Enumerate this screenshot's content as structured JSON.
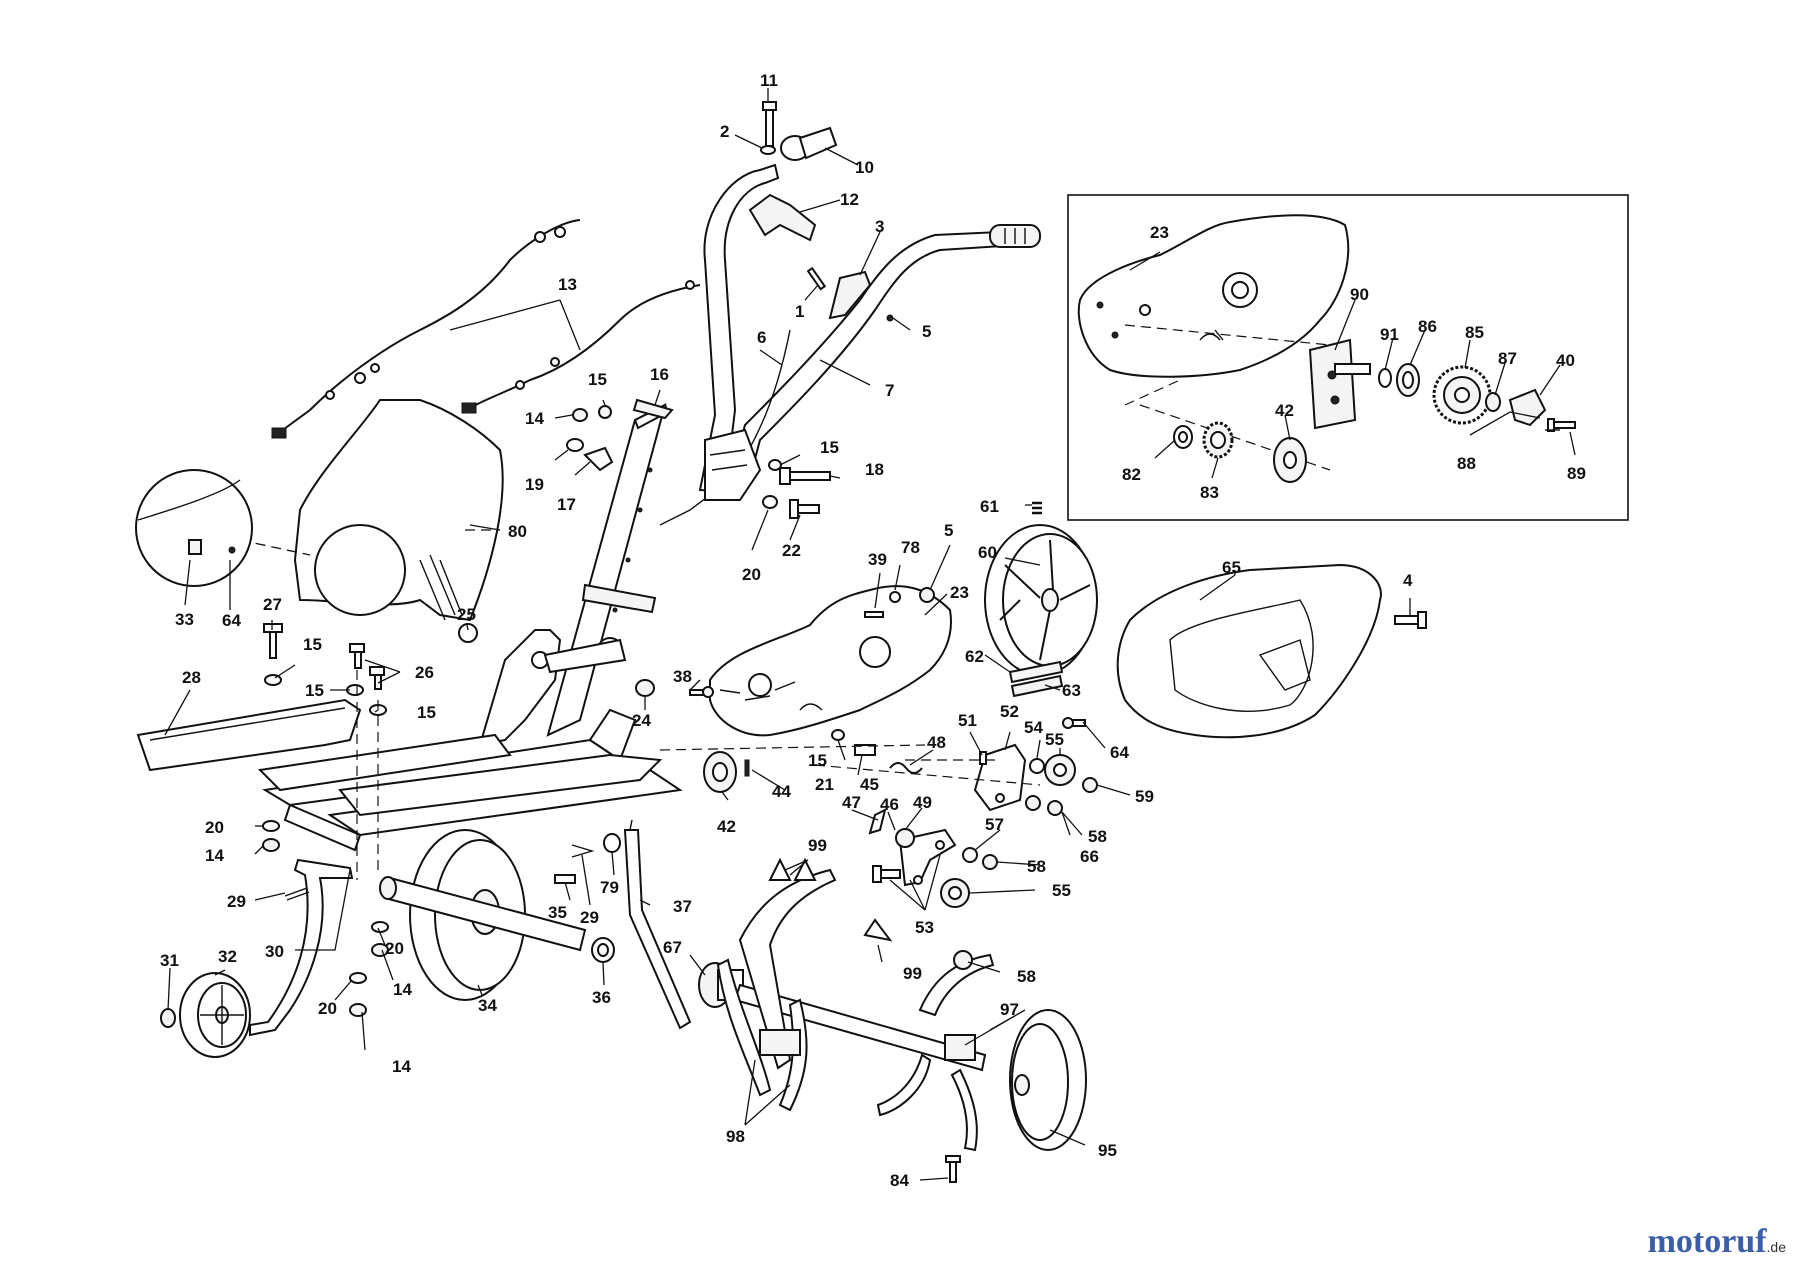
{
  "watermark": {
    "brand": "motoruf",
    "suffix": ".de",
    "color": "#3a5fa8"
  },
  "labels": {
    "l11": "11",
    "l2": "2",
    "l10": "10",
    "l12": "12",
    "l3": "3",
    "l1": "1",
    "l5a": "5",
    "l13": "13",
    "l6": "6",
    "l7": "7",
    "l16": "16",
    "l15a": "15",
    "l14a": "14",
    "l19": "19",
    "l17": "17",
    "l15b": "15",
    "l18": "18",
    "l20a": "20",
    "l22": "22",
    "l80": "80",
    "l33": "33",
    "l64a": "64",
    "l27": "27",
    "l15c": "15",
    "l26": "26",
    "l15d": "15",
    "l15e": "15",
    "l25": "25",
    "l28": "28",
    "l39": "39",
    "l78": "78",
    "l5b": "5",
    "l23a": "23",
    "l60": "60",
    "l61": "61",
    "l65": "65",
    "l4": "4",
    "l62": "62",
    "l63": "63",
    "l38": "38",
    "l24": "24",
    "l64b": "64",
    "l51": "51",
    "l52": "52",
    "l54": "54",
    "l55a": "55",
    "l48": "48",
    "l59": "59",
    "l15f": "15",
    "l21": "21",
    "l45": "45",
    "l44": "44",
    "l42a": "42",
    "l47": "47",
    "l46": "46",
    "l49": "49",
    "l57": "57",
    "l58a": "58",
    "l66": "66",
    "l58b": "58",
    "l55b": "55",
    "l53": "53",
    "l20b": "20",
    "l14b": "14",
    "l29a": "29",
    "l30": "30",
    "l31": "31",
    "l32": "32",
    "l20c": "20",
    "l14c": "14",
    "l20d": "20",
    "l14d": "14",
    "l34": "34",
    "l35": "35",
    "l29b": "29",
    "l79": "79",
    "l36": "36",
    "l37": "37",
    "l67": "67",
    "l99a": "99",
    "l99b": "99",
    "l58c": "58",
    "l97": "97",
    "l98": "98",
    "l84": "84",
    "l95": "95",
    "l23b": "23",
    "l90": "90",
    "l91": "91",
    "l86": "86",
    "l85": "85",
    "l87": "87",
    "l40": "40",
    "l42b": "42",
    "l82": "82",
    "l83": "83",
    "l88": "88",
    "l89": "89"
  }
}
